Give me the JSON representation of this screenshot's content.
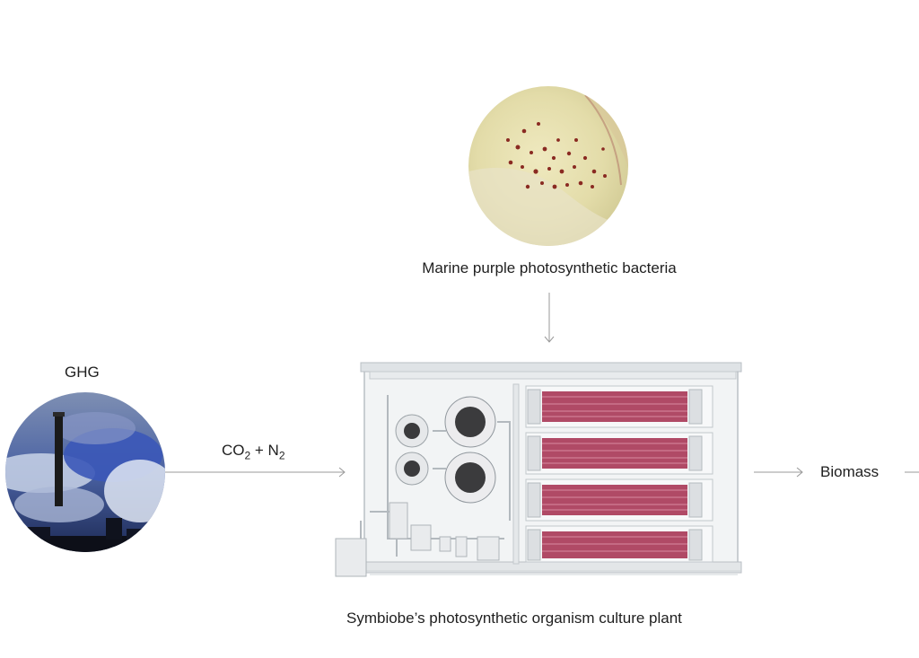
{
  "bacteria": {
    "label": "Marine purple photosynthetic bacteria",
    "icon": "petri-dish-photo"
  },
  "ghg": {
    "label": "GHG",
    "icon": "smokestack-emissions-photo"
  },
  "gas_flow": {
    "co2_text": "CO",
    "co2_sub": "2",
    "plus": " + N",
    "n2_sub": "2"
  },
  "plant": {
    "caption": "Symbiobe’s photosynthetic organism culture plant",
    "icon": "culture-plant-render"
  },
  "output": {
    "label": "Biomass"
  },
  "colors": {
    "arrow": "#9a9a9a",
    "tube": "#b04a66",
    "frame": "#d7dce0"
  }
}
